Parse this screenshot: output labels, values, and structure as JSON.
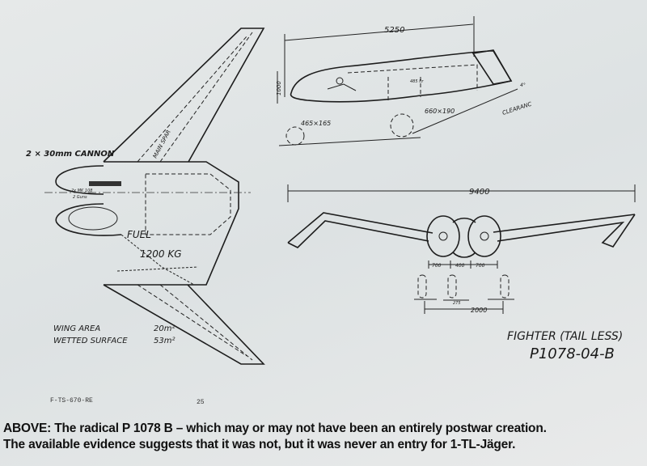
{
  "drawing": {
    "planform": {
      "cannon_label": "2 × 30mm CANNON",
      "gun_label_1": "2x MK 108",
      "gun_label_2": "2 Guns",
      "spar_label": "MAIN SPAR",
      "fuel_label": "FUEL",
      "fuel_qty": "1200 KG",
      "wing_area_label": "WING AREA",
      "wing_area_value": "20m²",
      "wetted_label": "WETTED SURFACE",
      "wetted_value": "53m²"
    },
    "side_view": {
      "length": "5250",
      "height": "1000",
      "nose_wheel": "465×165",
      "main_wheel": "660×190",
      "clearance": "CLEARANC",
      "angle": "4°",
      "tank_label": "485 ltr"
    },
    "front_view": {
      "span": "9400",
      "dim_left": "700",
      "dim_mid": "400",
      "dim_right": "700",
      "wheel_width": "275",
      "track": "2000"
    },
    "title_line_1": "FIGHTER (TAIL LESS)",
    "title_line_2": "P1078-04-B",
    "ref_code": "F-TS-670-RE",
    "page_number": "25"
  },
  "caption": {
    "line_1": "ABOVE: The radical P 1078 B – which may or may not have been an entirely postwar creation.",
    "line_2": "The available evidence suggests that it was not, but it was never an entry for 1-TL-Jäger."
  }
}
